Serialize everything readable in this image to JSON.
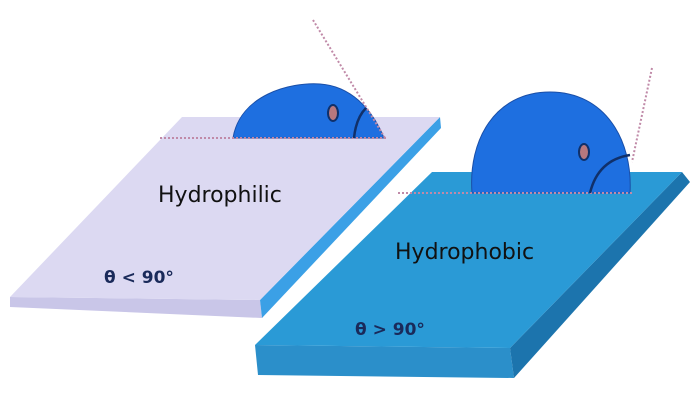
{
  "hydrophilic": {
    "label": "Hydrophilic",
    "angle_label": "θ < 90°",
    "symbol": "θ"
  },
  "hydrophobic": {
    "label": "Hydrophobic",
    "angle_label": "θ > 90°",
    "symbol": "θ"
  },
  "colors": {
    "left_slab": "#d9d6f0",
    "right_slab": "#2a9ad6",
    "droplet": "#1e6fe0",
    "tangent": "#c08aa8"
  }
}
